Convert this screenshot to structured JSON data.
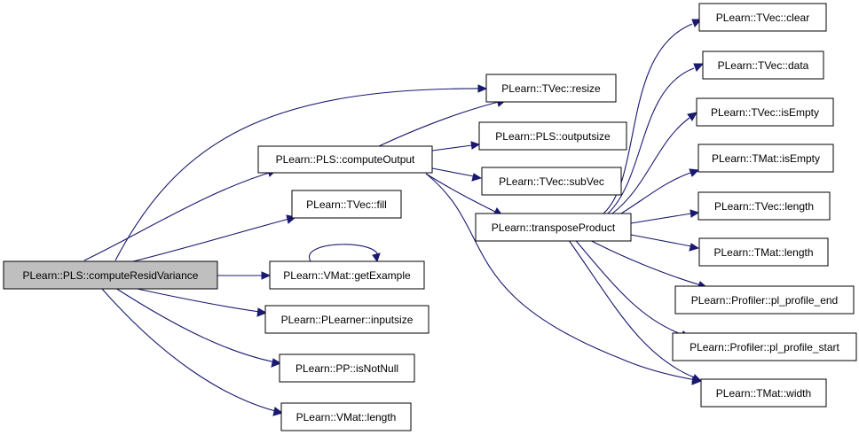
{
  "graph": {
    "root_fill": "#bfbfbf",
    "node_fill": "#ffffff",
    "edge_color": "#191970",
    "nodes": {
      "computeResidVariance": "PLearn::PLS::computeResidVariance",
      "computeOutput": "PLearn::PLS::computeOutput",
      "tvec_fill": "PLearn::TVec::fill",
      "getExample": "PLearn::VMat::getExample",
      "inputsize": "PLearn::PLearner::inputsize",
      "isNotNull": "PLearn::PP::isNotNull",
      "vmat_length": "PLearn::VMat::length",
      "resize": "PLearn::TVec::resize",
      "outputsize": "PLearn::PLS::outputsize",
      "subVec": "PLearn::TVec::subVec",
      "transposeProduct": "PLearn::transposeProduct",
      "tvec_clear": "PLearn::TVec::clear",
      "tvec_data": "PLearn::TVec::data",
      "tvec_isEmpty": "PLearn::TVec::isEmpty",
      "tmat_isEmpty": "PLearn::TMat::isEmpty",
      "tvec_length": "PLearn::TVec::length",
      "tmat_length": "PLearn::TMat::length",
      "pl_profile_end": "PLearn::Profiler::pl_profile_end",
      "pl_profile_start": "PLearn::Profiler::pl_profile_start",
      "tmat_width": "PLearn::TMat::width"
    },
    "edges": [
      [
        "computeResidVariance",
        "computeOutput"
      ],
      [
        "computeResidVariance",
        "resize"
      ],
      [
        "computeResidVariance",
        "tvec_fill"
      ],
      [
        "computeResidVariance",
        "getExample"
      ],
      [
        "computeResidVariance",
        "inputsize"
      ],
      [
        "computeResidVariance",
        "isNotNull"
      ],
      [
        "computeResidVariance",
        "vmat_length"
      ],
      [
        "getExample",
        "getExample"
      ],
      [
        "computeOutput",
        "resize"
      ],
      [
        "computeOutput",
        "outputsize"
      ],
      [
        "computeOutput",
        "subVec"
      ],
      [
        "computeOutput",
        "transposeProduct"
      ],
      [
        "computeOutput",
        "tmat_width"
      ],
      [
        "transposeProduct",
        "tvec_clear"
      ],
      [
        "transposeProduct",
        "tvec_data"
      ],
      [
        "transposeProduct",
        "tvec_isEmpty"
      ],
      [
        "transposeProduct",
        "tmat_isEmpty"
      ],
      [
        "transposeProduct",
        "tvec_length"
      ],
      [
        "transposeProduct",
        "tmat_length"
      ],
      [
        "transposeProduct",
        "pl_profile_end"
      ],
      [
        "transposeProduct",
        "pl_profile_start"
      ],
      [
        "transposeProduct",
        "tmat_width"
      ]
    ]
  }
}
